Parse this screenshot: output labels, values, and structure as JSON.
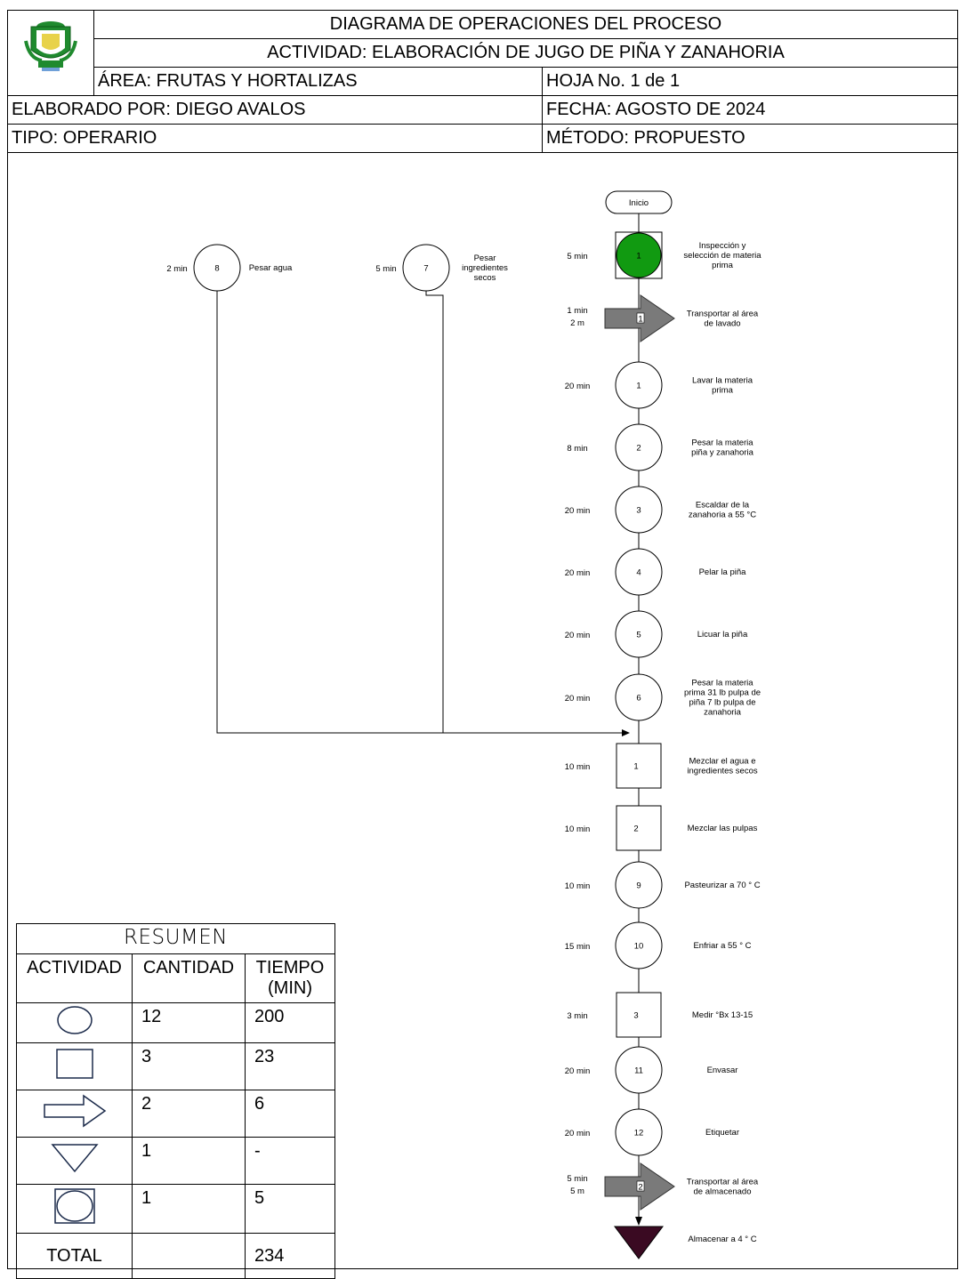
{
  "header": {
    "title": "DIAGRAMA DE OPERACIONES DEL PROCESO",
    "activity": "ACTIVIDAD: ELABORACIÓN DE JUGO DE PIÑA Y ZANAHORIA",
    "area": "ÁREA: FRUTAS Y HORTALIZAS",
    "sheet": "HOJA No. 1 de 1",
    "author": "ELABORADO POR:  DIEGO AVALOS",
    "date": "FECHA:  AGOSTO DE 2024",
    "type": "TIPO: OPERARIO",
    "method": "MÉTODO: PROPUESTO"
  },
  "logo": {
    "icon": "institution-crest-icon",
    "colors": [
      "#1f8a2e",
      "#e8d24a",
      "#ffffff"
    ]
  },
  "diagram": {
    "start_label": "Inicio",
    "main_steps": [
      {
        "shape": "combined",
        "num": "1",
        "time": "5 min",
        "label": "Inspección y selección de materia prima",
        "fill": "#119a11"
      },
      {
        "shape": "transport",
        "num": "1",
        "time": "1 min",
        "time2": "2 m",
        "label": "Transportar al área de lavado",
        "fill": "#7a7a7a"
      },
      {
        "shape": "operation",
        "num": "1",
        "time": "20 min",
        "label": "Lavar la materia prima"
      },
      {
        "shape": "operation",
        "num": "2",
        "time": "8 min",
        "label": "Pesar la materia piña y zanahoria"
      },
      {
        "shape": "operation",
        "num": "3",
        "time": "20 min",
        "label": "Escaldar de la zanahoria a 55 °C"
      },
      {
        "shape": "operation",
        "num": "4",
        "time": "20 min",
        "label": "Pelar la piña"
      },
      {
        "shape": "operation",
        "num": "5",
        "time": "20 min",
        "label": "Licuar la piña"
      },
      {
        "shape": "operation",
        "num": "6",
        "time": "20 min",
        "label": "Pesar la materia prima 31 lb pulpa de piña 7 lb pulpa de zanahoria"
      },
      {
        "shape": "inspection",
        "num": "1",
        "time": "10 min",
        "label": "Mezclar el agua e ingredientes secos"
      },
      {
        "shape": "inspection",
        "num": "2",
        "time": "10 min",
        "label": "Mezclar las pulpas"
      },
      {
        "shape": "operation",
        "num": "9",
        "time": "10 min",
        "label": "Pasteurizar a 70 ° C"
      },
      {
        "shape": "operation",
        "num": "10",
        "time": "15 min",
        "label": "Enfriar a 55 ° C"
      },
      {
        "shape": "inspection",
        "num": "3",
        "time": "3 min",
        "label": "Medir °Bx 13-15"
      },
      {
        "shape": "operation",
        "num": "11",
        "time": "20 min",
        "label": "Envasar"
      },
      {
        "shape": "operation",
        "num": "12",
        "time": "20 min",
        "label": "Etiquetar"
      },
      {
        "shape": "transport",
        "num": "2",
        "time": "5 min",
        "time2": "5 m",
        "label": "Transportar al área de almacenado",
        "fill": "#7a7a7a"
      },
      {
        "shape": "storage",
        "num": "",
        "time": "",
        "label": "Almacenar a 4 ° C",
        "fill": "#3a0a22"
      }
    ],
    "side_steps": [
      {
        "shape": "operation",
        "num": "8",
        "time": "2 min",
        "label": "Pesar agua"
      },
      {
        "shape": "operation",
        "num": "7",
        "time": "5 min",
        "label": "Pesar ingredientes secos"
      }
    ]
  },
  "resumen": {
    "title": "RESUMEN",
    "columns": [
      "ACTIVIDAD",
      "CANTIDAD",
      "TIEMPO (MIN)"
    ],
    "rows": [
      {
        "symbol": "operation",
        "cantidad": "12",
        "tiempo": "200"
      },
      {
        "symbol": "inspection",
        "cantidad": "3",
        "tiempo": "23"
      },
      {
        "symbol": "transport",
        "cantidad": "2",
        "tiempo": "6"
      },
      {
        "symbol": "storage",
        "cantidad": "1",
        "tiempo": "-"
      },
      {
        "symbol": "combined",
        "cantidad": "1",
        "tiempo": "5"
      }
    ],
    "total_label": "TOTAL",
    "total_cantidad": "",
    "total_tiempo": "234"
  }
}
